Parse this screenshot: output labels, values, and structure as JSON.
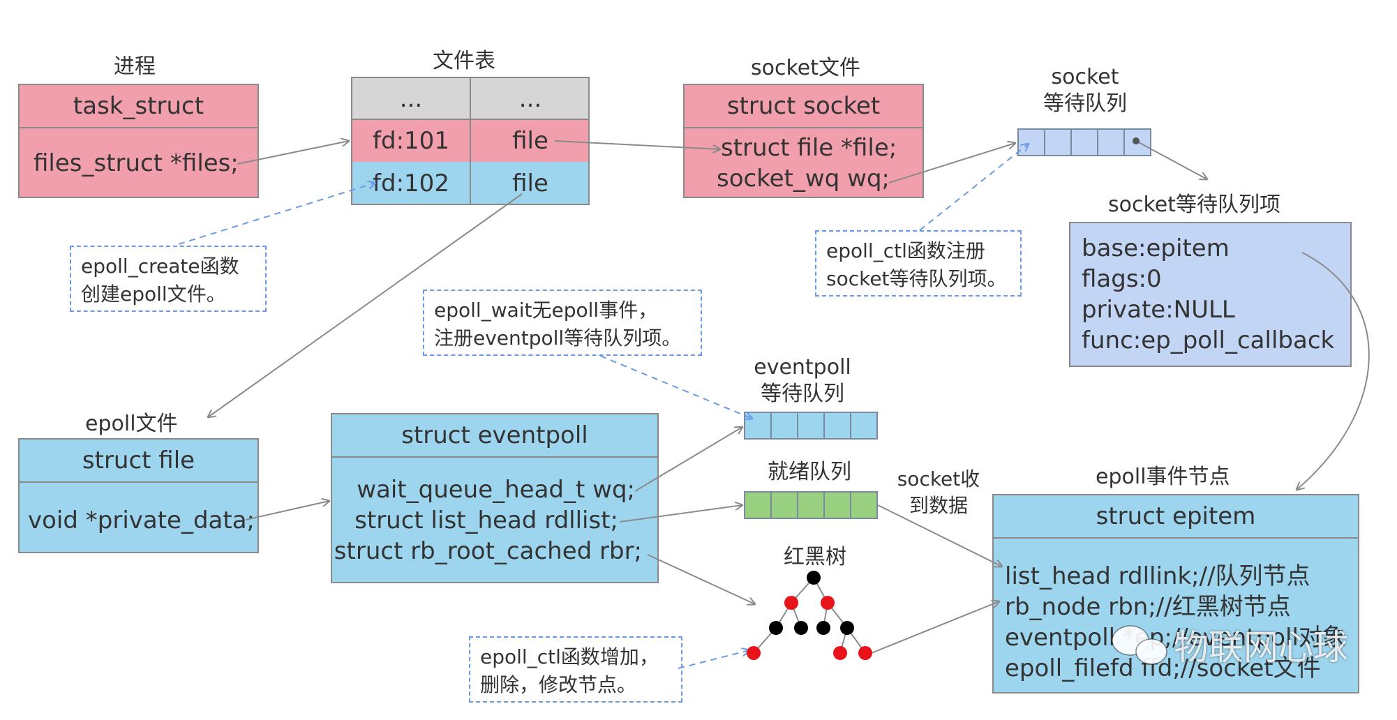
{
  "process": {
    "title": "进程",
    "header": "task_struct",
    "field": "files_struct   *files;"
  },
  "file_table": {
    "title": "文件表",
    "rows": [
      {
        "a": "...",
        "b": "..."
      },
      {
        "a": "fd:101",
        "b": "file"
      },
      {
        "a": "fd:102",
        "b": "file"
      }
    ]
  },
  "socket_file": {
    "title": "socket文件",
    "header": "struct socket",
    "lines": [
      "struct file *file;",
      "socket_wq wq;"
    ]
  },
  "socket_wait_queue": {
    "title_lines": [
      "socket",
      "等待队列"
    ]
  },
  "socket_wait_item": {
    "title": "socket等待队列项",
    "lines": [
      "base:epitem",
      "flags:0",
      "private:NULL",
      "func:ep_poll_callback"
    ]
  },
  "notes": {
    "epoll_create": [
      "epoll_create函数",
      "创建epoll文件。"
    ],
    "epoll_ctl_register": [
      "epoll_ctl函数注册",
      "socket等待队列项。"
    ],
    "epoll_wait": [
      "epoll_wait无epoll事件，",
      "注册eventpoll等待队列项。"
    ],
    "epoll_ctl_modify": [
      "epoll_ctl函数增加，",
      "删除，修改节点。"
    ]
  },
  "epoll_file": {
    "title": "epoll文件",
    "header": "struct file",
    "field": "void *private_data;"
  },
  "eventpoll": {
    "header": "struct eventpoll",
    "lines": [
      "wait_queue_head_t wq;",
      "struct list_head rdllist;",
      "struct rb_root_cached rbr;"
    ]
  },
  "eventpoll_wait_queue": {
    "title_lines": [
      "eventpoll",
      "等待队列"
    ]
  },
  "ready_queue": {
    "title": "就绪队列"
  },
  "rb_tree": {
    "title": "红黑树"
  },
  "socket_recv_label": [
    "socket收",
    "到数据"
  ],
  "epitem": {
    "title": "epoll事件节点",
    "header": "struct epitem",
    "lines": [
      "list_head rdllink;//队列节点",
      "rb_node rbn;//红黑树节点",
      "eventpoll *ep;//eventpoll对象",
      "epoll_filefd ffd;//socket文件"
    ]
  },
  "watermark": "物联网心球",
  "colors": {
    "pink": "#f29fad",
    "blue": "#9dd5ee",
    "lavender": "#c3d5f5",
    "grey": "#d6d6d6",
    "green": "#99d07f",
    "dashed": "#6a9ae6",
    "arrow": "#8a8a8a",
    "rb_red": "#e8141c",
    "rb_black": "#000000"
  }
}
